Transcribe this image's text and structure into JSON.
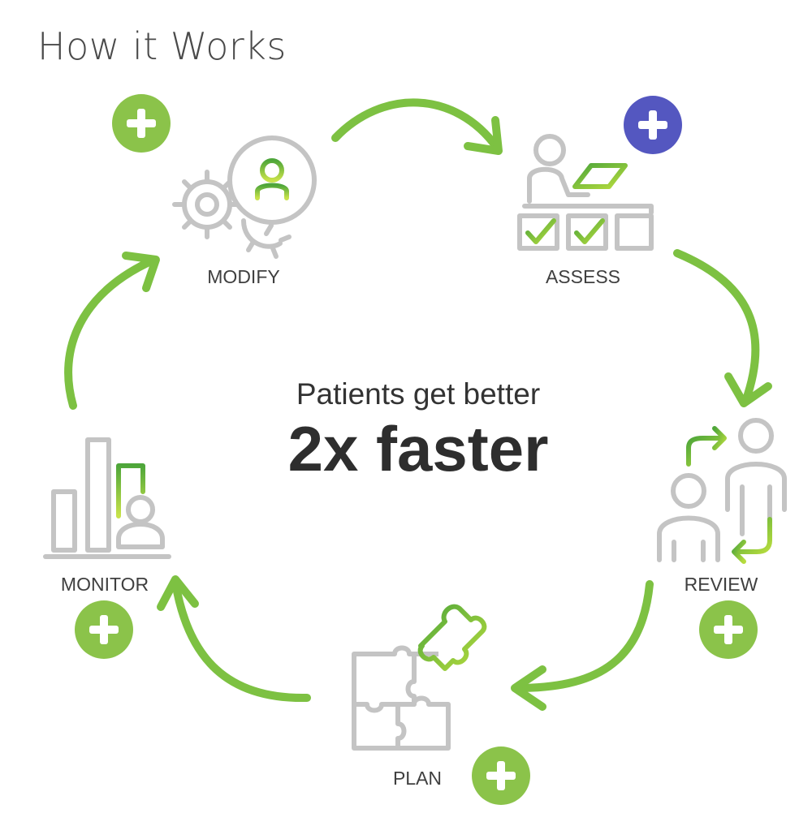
{
  "title": "How it Works",
  "center": {
    "subtitle": "Patients get better",
    "headline": "2x faster"
  },
  "steps": [
    {
      "label": "MODIFY",
      "icon": "gears-user-icon"
    },
    {
      "label": "ASSESS",
      "icon": "assessment-desk-icon"
    },
    {
      "label": "REVIEW",
      "icon": "people-review-icon"
    },
    {
      "label": "PLAN",
      "icon": "puzzle-icon"
    },
    {
      "label": "MONITOR",
      "icon": "bar-chart-person-icon"
    }
  ],
  "colors": {
    "arrow": "#7dc142",
    "icon_gray": "#c4c4c4",
    "plus_green": "#8bc34a",
    "plus_active": "#5457c0",
    "label": "#3f3f3f"
  }
}
